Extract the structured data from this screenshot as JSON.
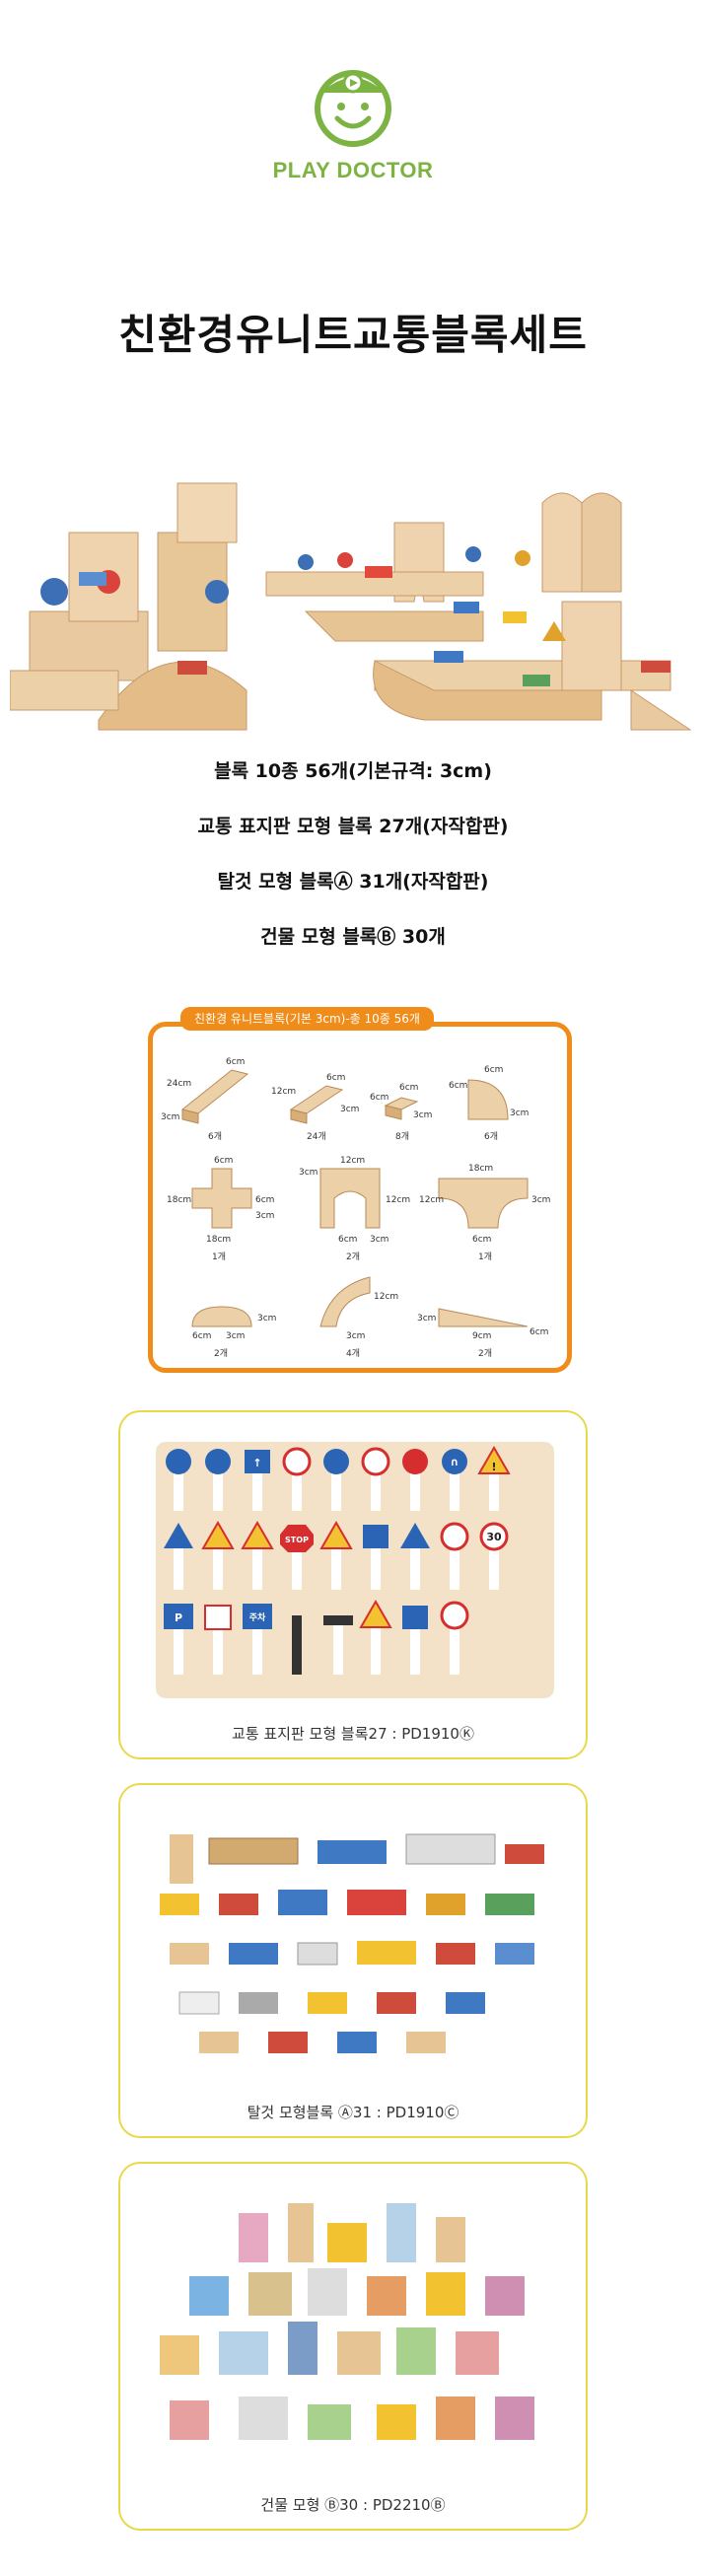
{
  "brand": {
    "name": "PLAY DOCTOR",
    "green": "#7cb342"
  },
  "title": "친환경유니트교통블록세트",
  "specs": [
    "블록 10종 56개(기본규격: 3cm)",
    "교통 표지판 모형 블록 27개(자작합판)",
    "탈것 모형 블록Ⓐ 31개(자작합판)",
    "건물 모형 블록Ⓑ 30개"
  ],
  "dimensions": {
    "tab": "친환경 유니트블록(기본 3cm)-총 10종 56개",
    "accent": "#f08c1a",
    "items": [
      {
        "labels": [
          "24cm",
          "6cm",
          "3cm"
        ],
        "count": "6개"
      },
      {
        "labels": [
          "12cm",
          "6cm",
          "3cm"
        ],
        "count": "24개"
      },
      {
        "labels": [
          "6cm",
          "6cm",
          "3cm"
        ],
        "count": "8개"
      },
      {
        "labels": [
          "6cm",
          "6cm",
          "3cm"
        ],
        "count": "6개"
      },
      {
        "labels": [
          "6cm",
          "18cm",
          "6cm",
          "18cm",
          "3cm"
        ],
        "count": "1개"
      },
      {
        "labels": [
          "3cm",
          "12cm",
          "12cm",
          "6cm",
          "3cm"
        ],
        "count": "2개"
      },
      {
        "labels": [
          "18cm",
          "12cm",
          "6cm",
          "3cm"
        ],
        "count": "1개"
      },
      {
        "labels": [
          "3cm",
          "6cm",
          "3cm"
        ],
        "count": "2개"
      },
      {
        "labels": [
          "12cm",
          "3cm"
        ],
        "count": "4개"
      },
      {
        "labels": [
          "3cm",
          "9cm",
          "6cm"
        ],
        "count": "2개"
      }
    ]
  },
  "cards": [
    {
      "caption": "교통 표지판 모형 블록27 : PD1910Ⓚ"
    },
    {
      "caption": "탈것 모형블록 Ⓐ31 : PD1910Ⓒ"
    },
    {
      "caption": "건물 모형 Ⓑ30 : PD2210Ⓑ"
    }
  ],
  "signs": {
    "row1": [
      "",
      "",
      "↑",
      "",
      "",
      "",
      "",
      "∩",
      "!"
    ],
    "row2": [
      "",
      "",
      "",
      "STOP",
      "",
      "",
      "",
      "",
      "30"
    ],
    "row3": [
      "P",
      "",
      "주차",
      "",
      "",
      "",
      "",
      "",
      ""
    ]
  }
}
